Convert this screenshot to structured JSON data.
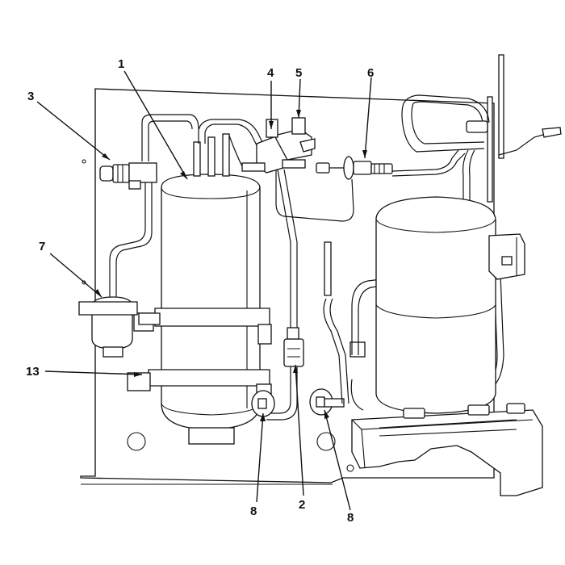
{
  "callouts": {
    "c1": "1",
    "c2": "2",
    "c3": "3",
    "c4": "4",
    "c5": "5",
    "c6": "6",
    "c7": "7",
    "c8a": "8",
    "c8b": "8",
    "c13": "13"
  },
  "colors": {
    "line": "#111111",
    "background": "#ffffff"
  }
}
